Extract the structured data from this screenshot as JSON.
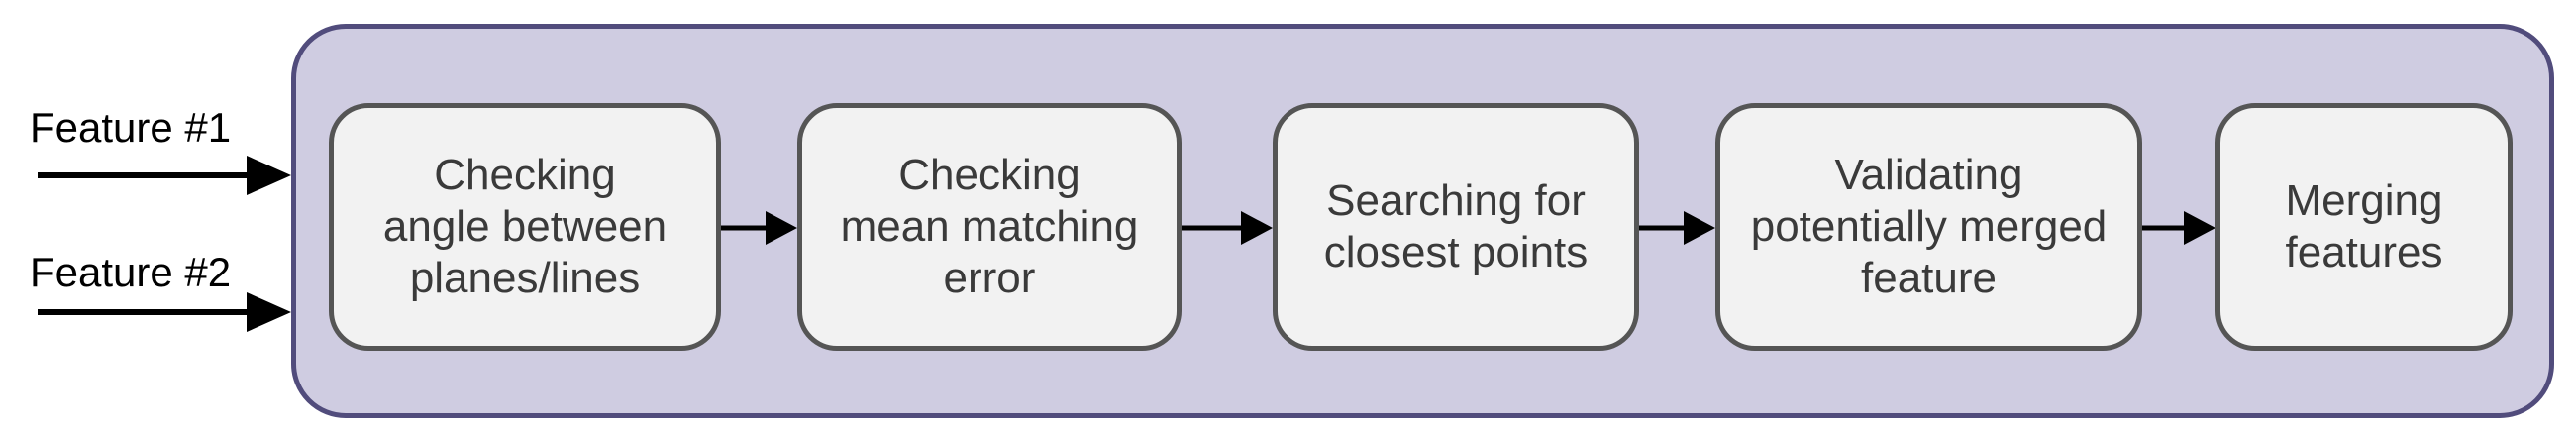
{
  "inputs": [
    {
      "label": "Feature #1"
    },
    {
      "label": "Feature #2"
    }
  ],
  "pipeline": {
    "steps": [
      {
        "label": "Checking\nangle between\nplanes/lines"
      },
      {
        "label": "Checking\nmean matching\nerror"
      },
      {
        "label": "Searching for\nclosest points"
      },
      {
        "label": "Validating\npotentially merged\nfeature"
      },
      {
        "label": "Merging\nfeatures"
      }
    ]
  },
  "colors": {
    "page_bg": "#ffffff",
    "container_fill": "#cfcce1",
    "container_border": "#514c7c",
    "box_fill": "#f2f2f2",
    "box_border": "#555555",
    "box_text": "#3a3a3a",
    "label_text": "#000000",
    "arrow": "#000000"
  }
}
